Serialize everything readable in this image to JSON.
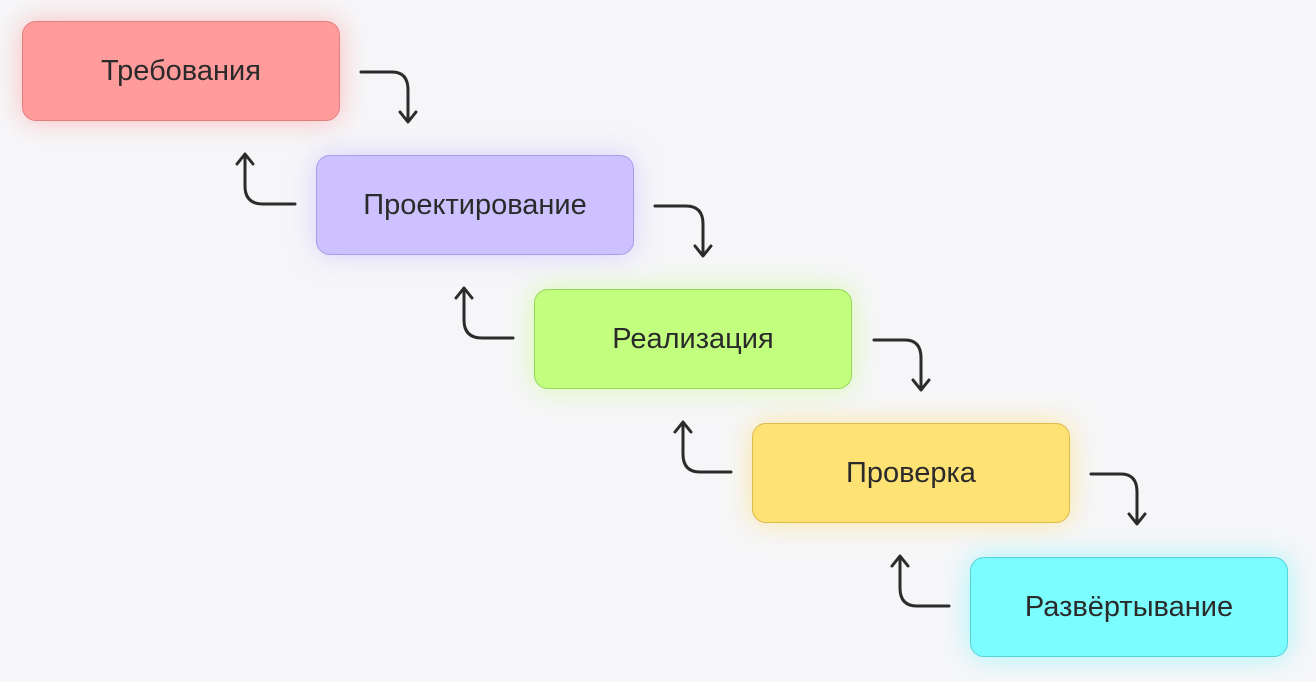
{
  "diagram": {
    "stages": [
      {
        "label": "Требования",
        "color": "#ff9b9b"
      },
      {
        "label": "Проектирование",
        "color": "#cdc2ff"
      },
      {
        "label": "Реализация",
        "color": "#c3ff7e"
      },
      {
        "label": "Проверка",
        "color": "#ffe274"
      },
      {
        "label": "Развёртывание",
        "color": "#7bfcff"
      }
    ],
    "arrow_color": "#2b2b2b",
    "background": "#f6f6f8"
  }
}
